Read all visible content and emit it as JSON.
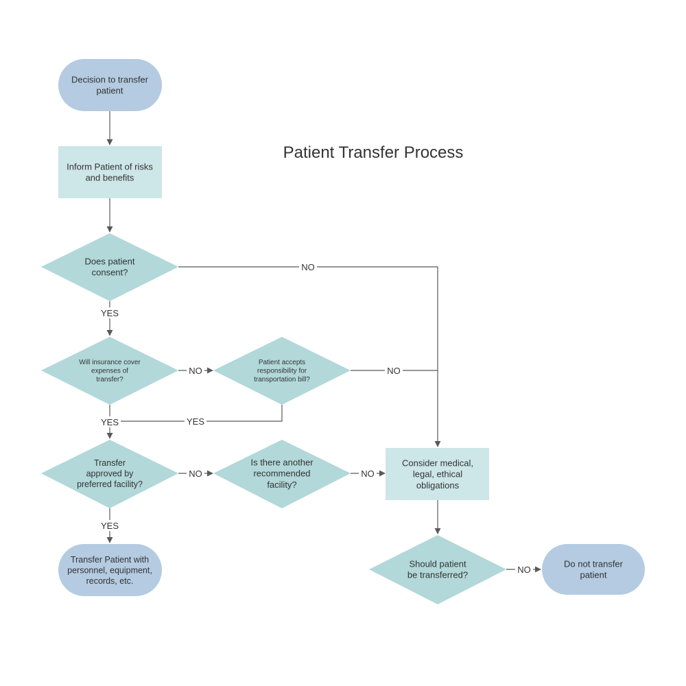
{
  "title": "Patient Transfer Process",
  "colors": {
    "terminal": "#b4cbe2",
    "process": "#cde6e7",
    "decision": "#b2d8d9",
    "line": "#595959",
    "text": "#333333"
  },
  "nodes": {
    "start": {
      "lines": [
        "Decision to transfer",
        "patient"
      ]
    },
    "inform": {
      "lines": [
        "Inform Patient of risks",
        "and benefits"
      ]
    },
    "consent": {
      "lines": [
        "Does patient",
        "consent?"
      ]
    },
    "insurance": {
      "lines": [
        "Will insurance cover",
        "expenses of",
        "transfer?"
      ]
    },
    "accepts": {
      "lines": [
        "Patient accepts",
        "responsibility for",
        "transportation bill?"
      ]
    },
    "approved": {
      "lines": [
        "Transfer",
        "approved by",
        "preferred facility?"
      ]
    },
    "another": {
      "lines": [
        "Is there another",
        "recommended",
        "facility?"
      ]
    },
    "consider": {
      "lines": [
        "Consider medical,",
        "legal, ethical",
        "obligations"
      ]
    },
    "transfer": {
      "lines": [
        "Transfer Patient with",
        "personnel, equipment,",
        "records, etc."
      ]
    },
    "should": {
      "lines": [
        "Should patient",
        "be transferred?"
      ]
    },
    "donot": {
      "lines": [
        "Do not transfer",
        "patient"
      ]
    }
  },
  "edge_labels": {
    "consent_no": "NO",
    "consent_yes": "YES",
    "insurance_no": "NO",
    "accepts_no": "NO",
    "insurance_yes": "YES",
    "accepts_yes": "YES",
    "approved_no": "NO",
    "another_no": "NO",
    "approved_yes": "YES",
    "should_no": "NO"
  }
}
